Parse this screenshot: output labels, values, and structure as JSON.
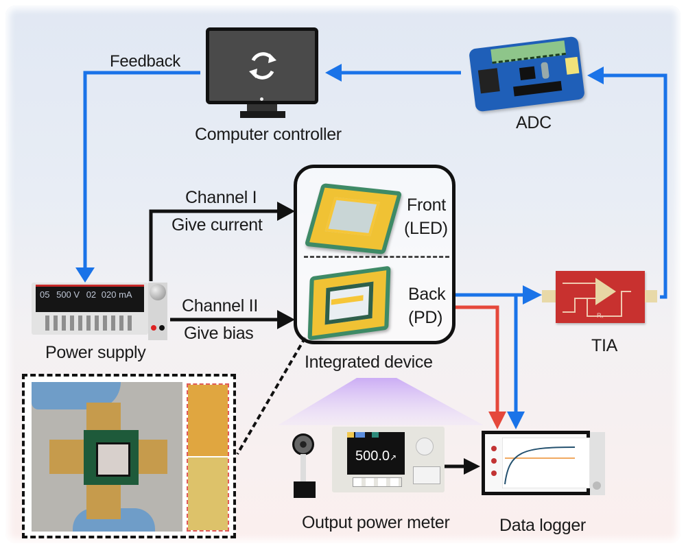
{
  "labels": {
    "feedback": "Feedback",
    "computer_controller": "Computer controller",
    "adc": "ADC",
    "channel_1": "Channel I",
    "give_current": "Give current",
    "channel_2": "Channel II",
    "give_bias": "Give bias",
    "power_supply": "Power supply",
    "integrated_device": "Integrated device",
    "front": "Front",
    "front_sub": "(LED)",
    "back": "Back",
    "back_sub": "(PD)",
    "tia": "TIA",
    "output_power_meter": "Output power meter",
    "data_logger": "Data logger"
  },
  "power_supply_display": {
    "ch1": "05",
    "voltage": "500 V",
    "ch2": "02",
    "current": "020 mA"
  },
  "power_meter_display": {
    "reading": "500.0",
    "unit": "↗"
  },
  "tia_display": {
    "resistor_label": "Rₓ"
  },
  "icons": {
    "computer": "refresh-cycle-icon"
  },
  "colors": {
    "signal_blue": "#1a73e8",
    "signal_red": "#e5483b",
    "control_black": "#111111",
    "tia_red": "#c8312f",
    "adc_blue": "#1f5fb8",
    "glow_purple": "#c6a8f2"
  },
  "connections": [
    {
      "from": "Computer controller",
      "to": "Power supply",
      "label": "Feedback",
      "color": "blue"
    },
    {
      "from": "ADC",
      "to": "Computer controller",
      "color": "blue"
    },
    {
      "from": "TIA",
      "to": "ADC",
      "color": "blue"
    },
    {
      "from": "Power supply",
      "to": "Front (LED)",
      "label": "Channel I / Give current",
      "color": "black"
    },
    {
      "from": "Power supply",
      "to": "Back (PD)",
      "label": "Channel II / Give bias",
      "color": "black"
    },
    {
      "from": "Back (PD)",
      "to": "TIA",
      "color": "blue"
    },
    {
      "from": "Back (PD)",
      "to": "Data logger",
      "color": "red"
    },
    {
      "from": "Back (PD)",
      "to": "Data logger",
      "color": "blue"
    },
    {
      "from": "Output power meter",
      "to": "Data logger",
      "color": "black"
    }
  ]
}
